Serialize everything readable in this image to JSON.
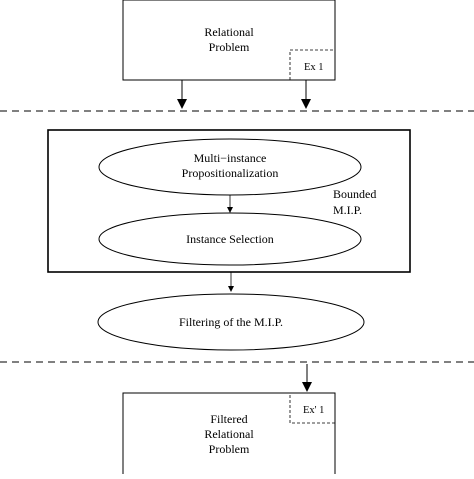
{
  "top_box": {
    "lines": [
      "Relational",
      "Problem"
    ],
    "example_tag": "Ex 1"
  },
  "bounded_box": {
    "label_lines": [
      "Bounded",
      "M.I.P."
    ],
    "steps": [
      {
        "lines": [
          "Multi−instance",
          "Propositionalization"
        ]
      },
      {
        "lines": [
          "Instance Selection"
        ]
      }
    ]
  },
  "filter_step": {
    "lines": [
      "Filtering of the M.I.P."
    ]
  },
  "bottom_box": {
    "lines": [
      "Filtered",
      "Relational",
      "Problem"
    ],
    "example_tag": "Ex' 1"
  }
}
